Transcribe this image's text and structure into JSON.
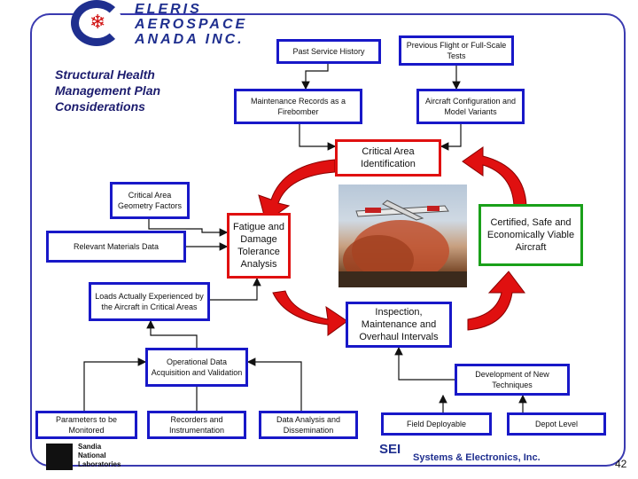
{
  "logo": {
    "line1": "ELERIS",
    "line2": "AEROSPACE",
    "line3": "ANADA INC."
  },
  "title": "Structural Health Management Plan Considerations",
  "boxes": {
    "past_service": "Past Service History",
    "previous_flight": "Previous Flight or Full-Scale Tests",
    "maintenance_records": "Maintenance Records as a Firebomber",
    "aircraft_config": "Aircraft Configuration and Model Variants",
    "critical_area_id": "Critical Area Identification",
    "critical_area_geometry": "Critical Area Geometry Factors",
    "relevant_materials": "Relevant Materials Data",
    "fatigue": "Fatigue and Damage Tolerance Analysis",
    "certified": "Certified, Safe and Economically Viable Aircraft",
    "loads": "Loads Actually Experienced by the Aircraft in Critical Areas",
    "inspection": "Inspection, Maintenance and Overhaul Intervals",
    "operational_data": "Operational Data Acquisition and Validation",
    "development": "Development of New Techniques",
    "parameters": "Parameters to be Monitored",
    "recorders": "Recorders and Instrumentation",
    "data_analysis": "Data Analysis and Dissemination",
    "field_deployable": "Field Deployable",
    "depot_level": "Depot Level"
  },
  "footer": {
    "sandia_line1": "Sandia",
    "sandia_line2": "National",
    "sandia_line3": "Laboratories",
    "sei": "SEI",
    "sei_name": "Systems & Electronics, Inc.",
    "page": "42"
  },
  "colors": {
    "blue_border": "#1818c8",
    "green_border": "#1aa01a",
    "red_border": "#e01010",
    "arrow_red": "#e01010"
  }
}
